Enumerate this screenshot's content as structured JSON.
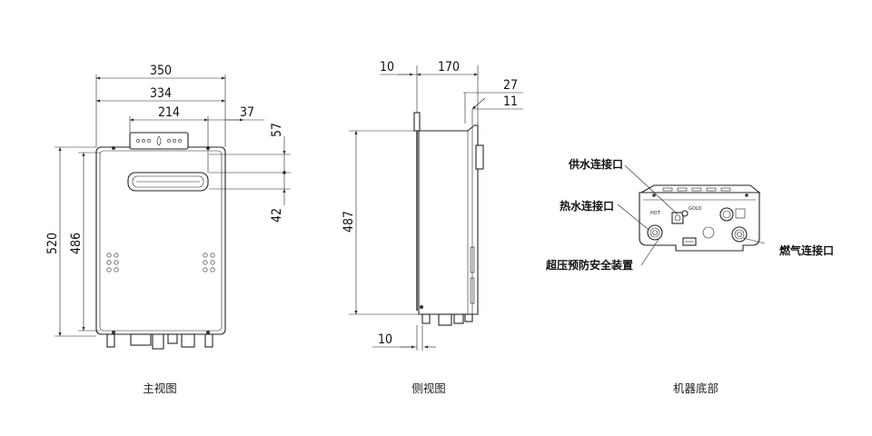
{
  "front_view": {
    "caption": "主视图",
    "dim_width_total": "350",
    "dim_width_inner": "334",
    "dim_panel": "214",
    "dim_panel_offset": "37",
    "dim_top_exhaust": "57",
    "dim_bottom_exhaust": "42",
    "dim_height_total": "520",
    "dim_height_inner": "486"
  },
  "side_view": {
    "caption": "侧视图",
    "dim_top_left": "10",
    "dim_depth": "170",
    "dim_right_27": "27",
    "dim_right_11": "11",
    "dim_height": "487",
    "dim_bottom_left": "10"
  },
  "bottom_view": {
    "caption": "机器底部",
    "label_water_supply": "供水连接口",
    "label_hot_water": "热水连接口",
    "label_safety_device": "超压预防安全装置",
    "label_gas": "燃气连接口"
  }
}
